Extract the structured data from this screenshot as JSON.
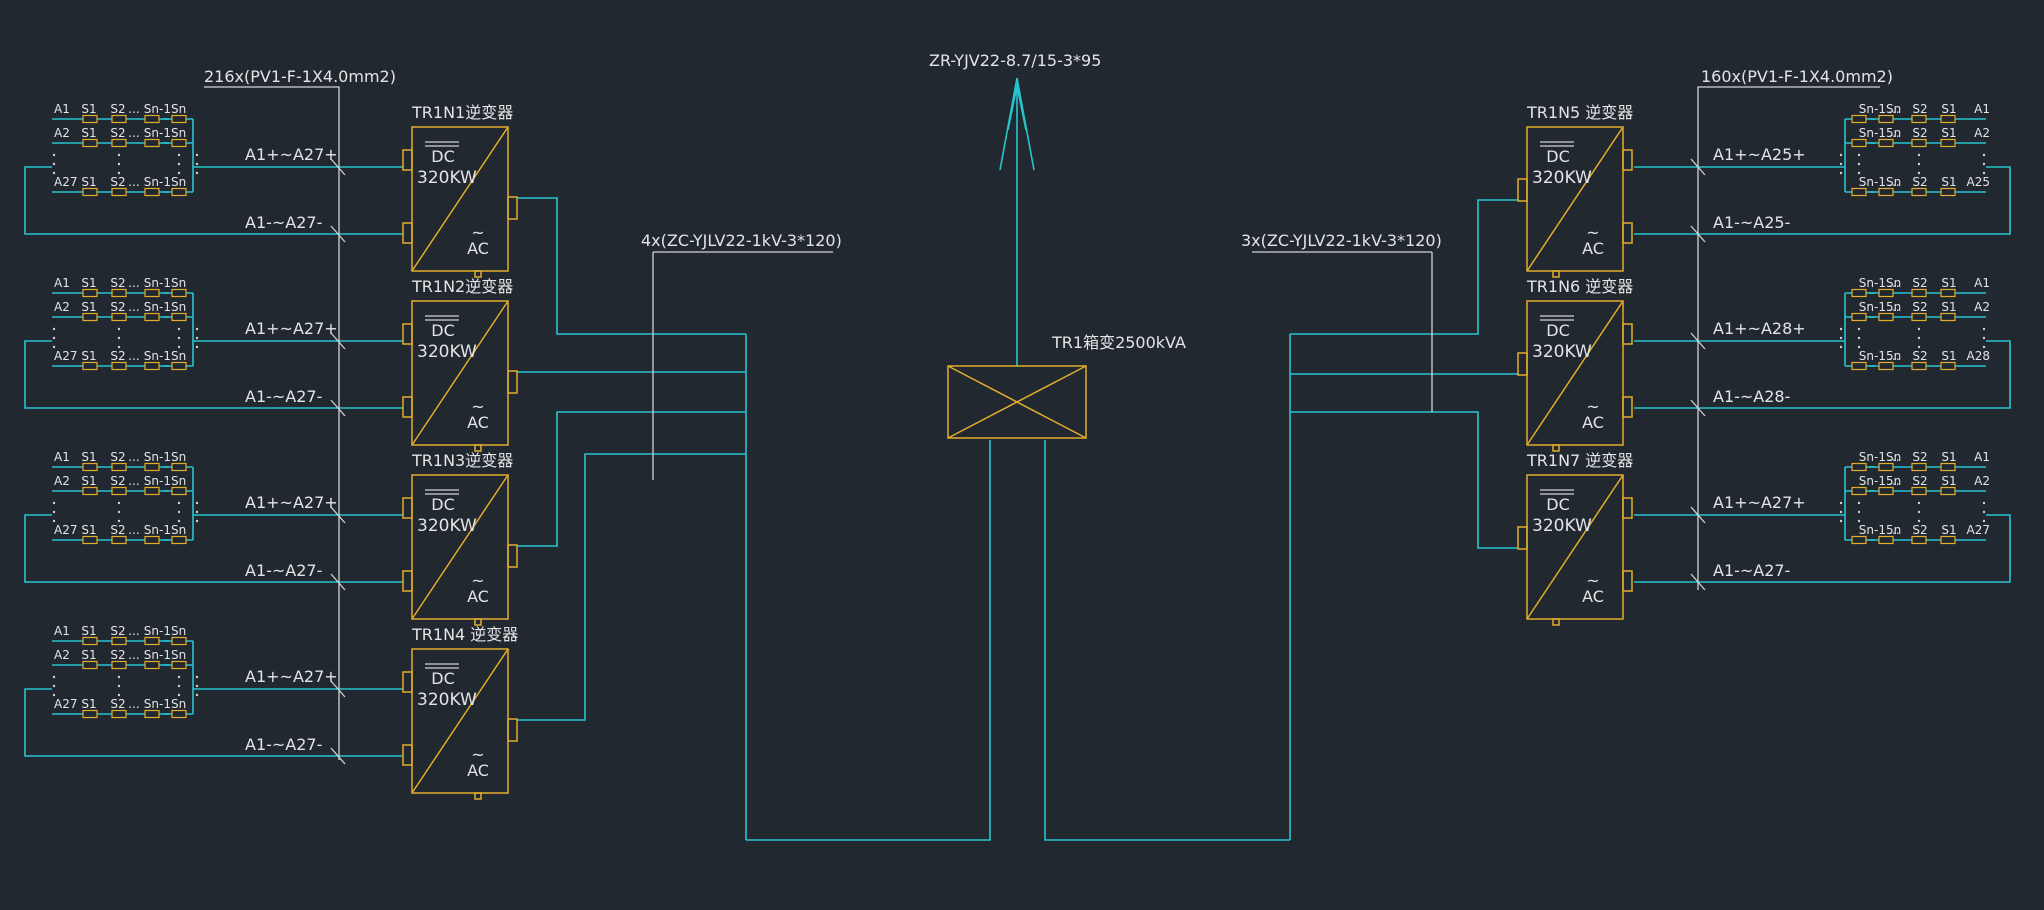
{
  "colors": {
    "background": "#212830",
    "wire": "#27c3cf",
    "equipment": "#e2ad2b",
    "text": "#e4e4e4"
  },
  "top_cable": "ZR-YJV22-8.7/15-3*95",
  "transformer": "TR1箱变2500kVA",
  "dc_cable_left": "216x(PV1-F-1X4.0mm2)",
  "dc_cable_right": "160x(PV1-F-1X4.0mm2)",
  "ac_cable_left": "4x(ZC-YJLV22-1kV-3*120)",
  "ac_cable_right": "3x(ZC-YJLV22-1kV-3*120)",
  "inverter_text": {
    "dc": "DC",
    "power": "320KW",
    "ac": "AC"
  },
  "string_labels": {
    "s1": "S1",
    "s2": "S2",
    "sn_left": "Sn-1Sn",
    "sn_right": "Sn-1Sn",
    "sn_right_alt": "Sn-15n",
    "first": "A1",
    "second": "A2"
  },
  "inverters_left": [
    {
      "name": "TR1N1逆变器",
      "last_string": "A27",
      "pos_label": "A1+~A27+",
      "neg_label": "A1-~A27-"
    },
    {
      "name": "TR1N2逆变器",
      "last_string": "A27",
      "pos_label": "A1+~A27+",
      "neg_label": "A1-~A27-"
    },
    {
      "name": "TR1N3逆变器",
      "last_string": "A27",
      "pos_label": "A1+~A27+",
      "neg_label": "A1-~A27-"
    },
    {
      "name": "TR1N4 逆变器",
      "last_string": "A27",
      "pos_label": "A1+~A27+",
      "neg_label": "A1-~A27-"
    }
  ],
  "inverters_right": [
    {
      "name": "TR1N5 逆变器",
      "last_string": "A25",
      "pos_label": "A1+~A25+",
      "neg_label": "A1-~A25-"
    },
    {
      "name": "TR1N6 逆变器",
      "last_string": "A28",
      "pos_label": "A1+~A28+",
      "neg_label": "A1-~A28-"
    },
    {
      "name": "TR1N7 逆变器",
      "last_string": "A27",
      "pos_label": "A1+~A27+",
      "neg_label": "A1-~A27-"
    }
  ]
}
